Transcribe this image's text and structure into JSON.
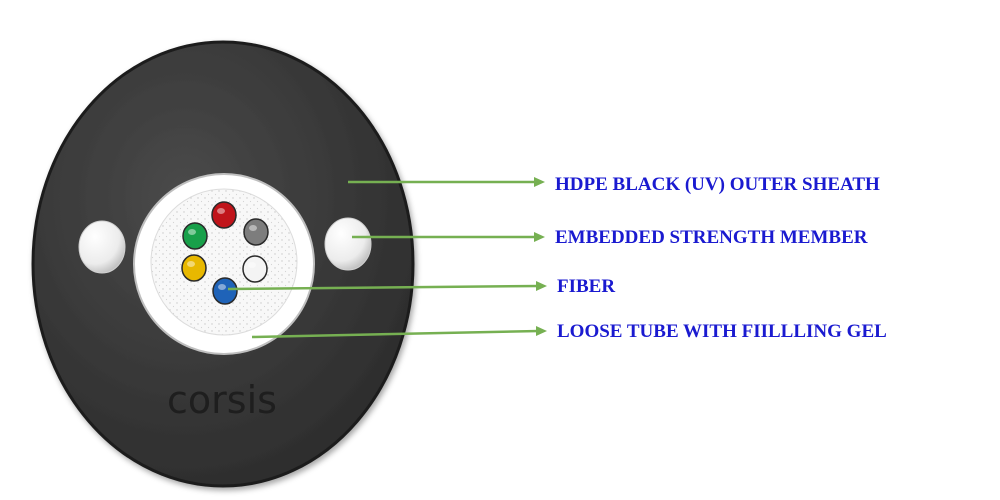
{
  "brand": "corsis",
  "colors": {
    "label_text": "#1a1ad0",
    "leader_line": "#76b052",
    "outer_sheath": "#3a3a3a",
    "strength_member": "#f2f2f2",
    "tube": "#ffffff",
    "gel": "#f7f7f7"
  },
  "fibers": [
    {
      "color": "#c0141a"
    },
    {
      "color": "#18a04a"
    },
    {
      "color": "#7d7d7d"
    },
    {
      "color": "#e8b800"
    },
    {
      "color": "#f4f4f4"
    },
    {
      "color": "#1f63b8"
    }
  ],
  "labels": [
    {
      "text": "HDPE BLACK (UV)  OUTER SHEATH"
    },
    {
      "text": "EMBEDDED STRENGTH MEMBER"
    },
    {
      "text": "FIBER"
    },
    {
      "text": "LOOSE TUBE WITH FIILLLING GEL"
    }
  ]
}
